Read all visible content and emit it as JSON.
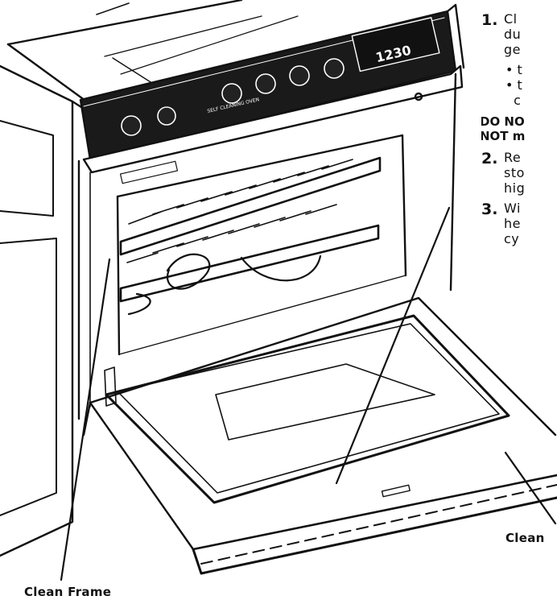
{
  "instructions": {
    "step1": {
      "number": "1.",
      "text": "Cl\ndu\nge",
      "bullets": [
        "• t",
        "• t",
        "  c"
      ]
    },
    "warning": "DO NO\nNOT m",
    "step2": {
      "number": "2.",
      "text": "Re\nsto\nhig"
    },
    "step3": {
      "number": "3.",
      "text": "Wi\nhe\ncy"
    }
  },
  "display": {
    "clock": "1230"
  },
  "captions": {
    "frame": "Clean Frame",
    "door": "Clean"
  },
  "colors": {
    "ink": "#111111",
    "paper": "#ffffff",
    "panel": "#1a1a1a"
  }
}
